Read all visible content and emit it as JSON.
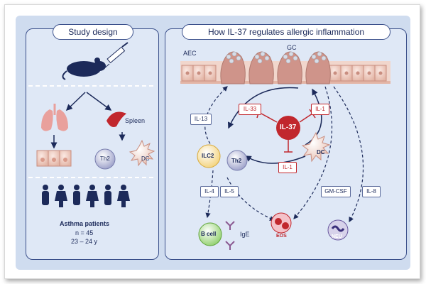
{
  "study": {
    "title": "Study design",
    "spleen_label": "Spleen",
    "th2_label": "Th2",
    "dc_label": "DC",
    "patients_title": "Asthma patients",
    "patients_n": "n = 45",
    "patients_age": "23 – 24 y"
  },
  "mechanism": {
    "title": "How IL-37 regulates allergic inflammation",
    "aec_label": "AEC",
    "gc_label": "GC",
    "il37_label": "IL-37",
    "il33_label": "IL-33",
    "il1_top_label": "IL-1",
    "il1_bottom_label": "IL-1",
    "il13_label": "IL-13",
    "ilc2_label": "ILC2",
    "th2_label": "Th2",
    "dc_label": "DC",
    "il4_label": "IL-4",
    "il5_label": "IL-5",
    "gmcsf_label": "GM-CSF",
    "il8_label": "IL-8",
    "bcell_label": "B cell",
    "ige_label": "IgE",
    "eos_label": "EOS",
    "neu_label": "NEU"
  },
  "colors": {
    "navy": "#1c2a5a",
    "red": "#c1272d",
    "panel": "#dfe8f6",
    "background": "#cfdcef"
  }
}
